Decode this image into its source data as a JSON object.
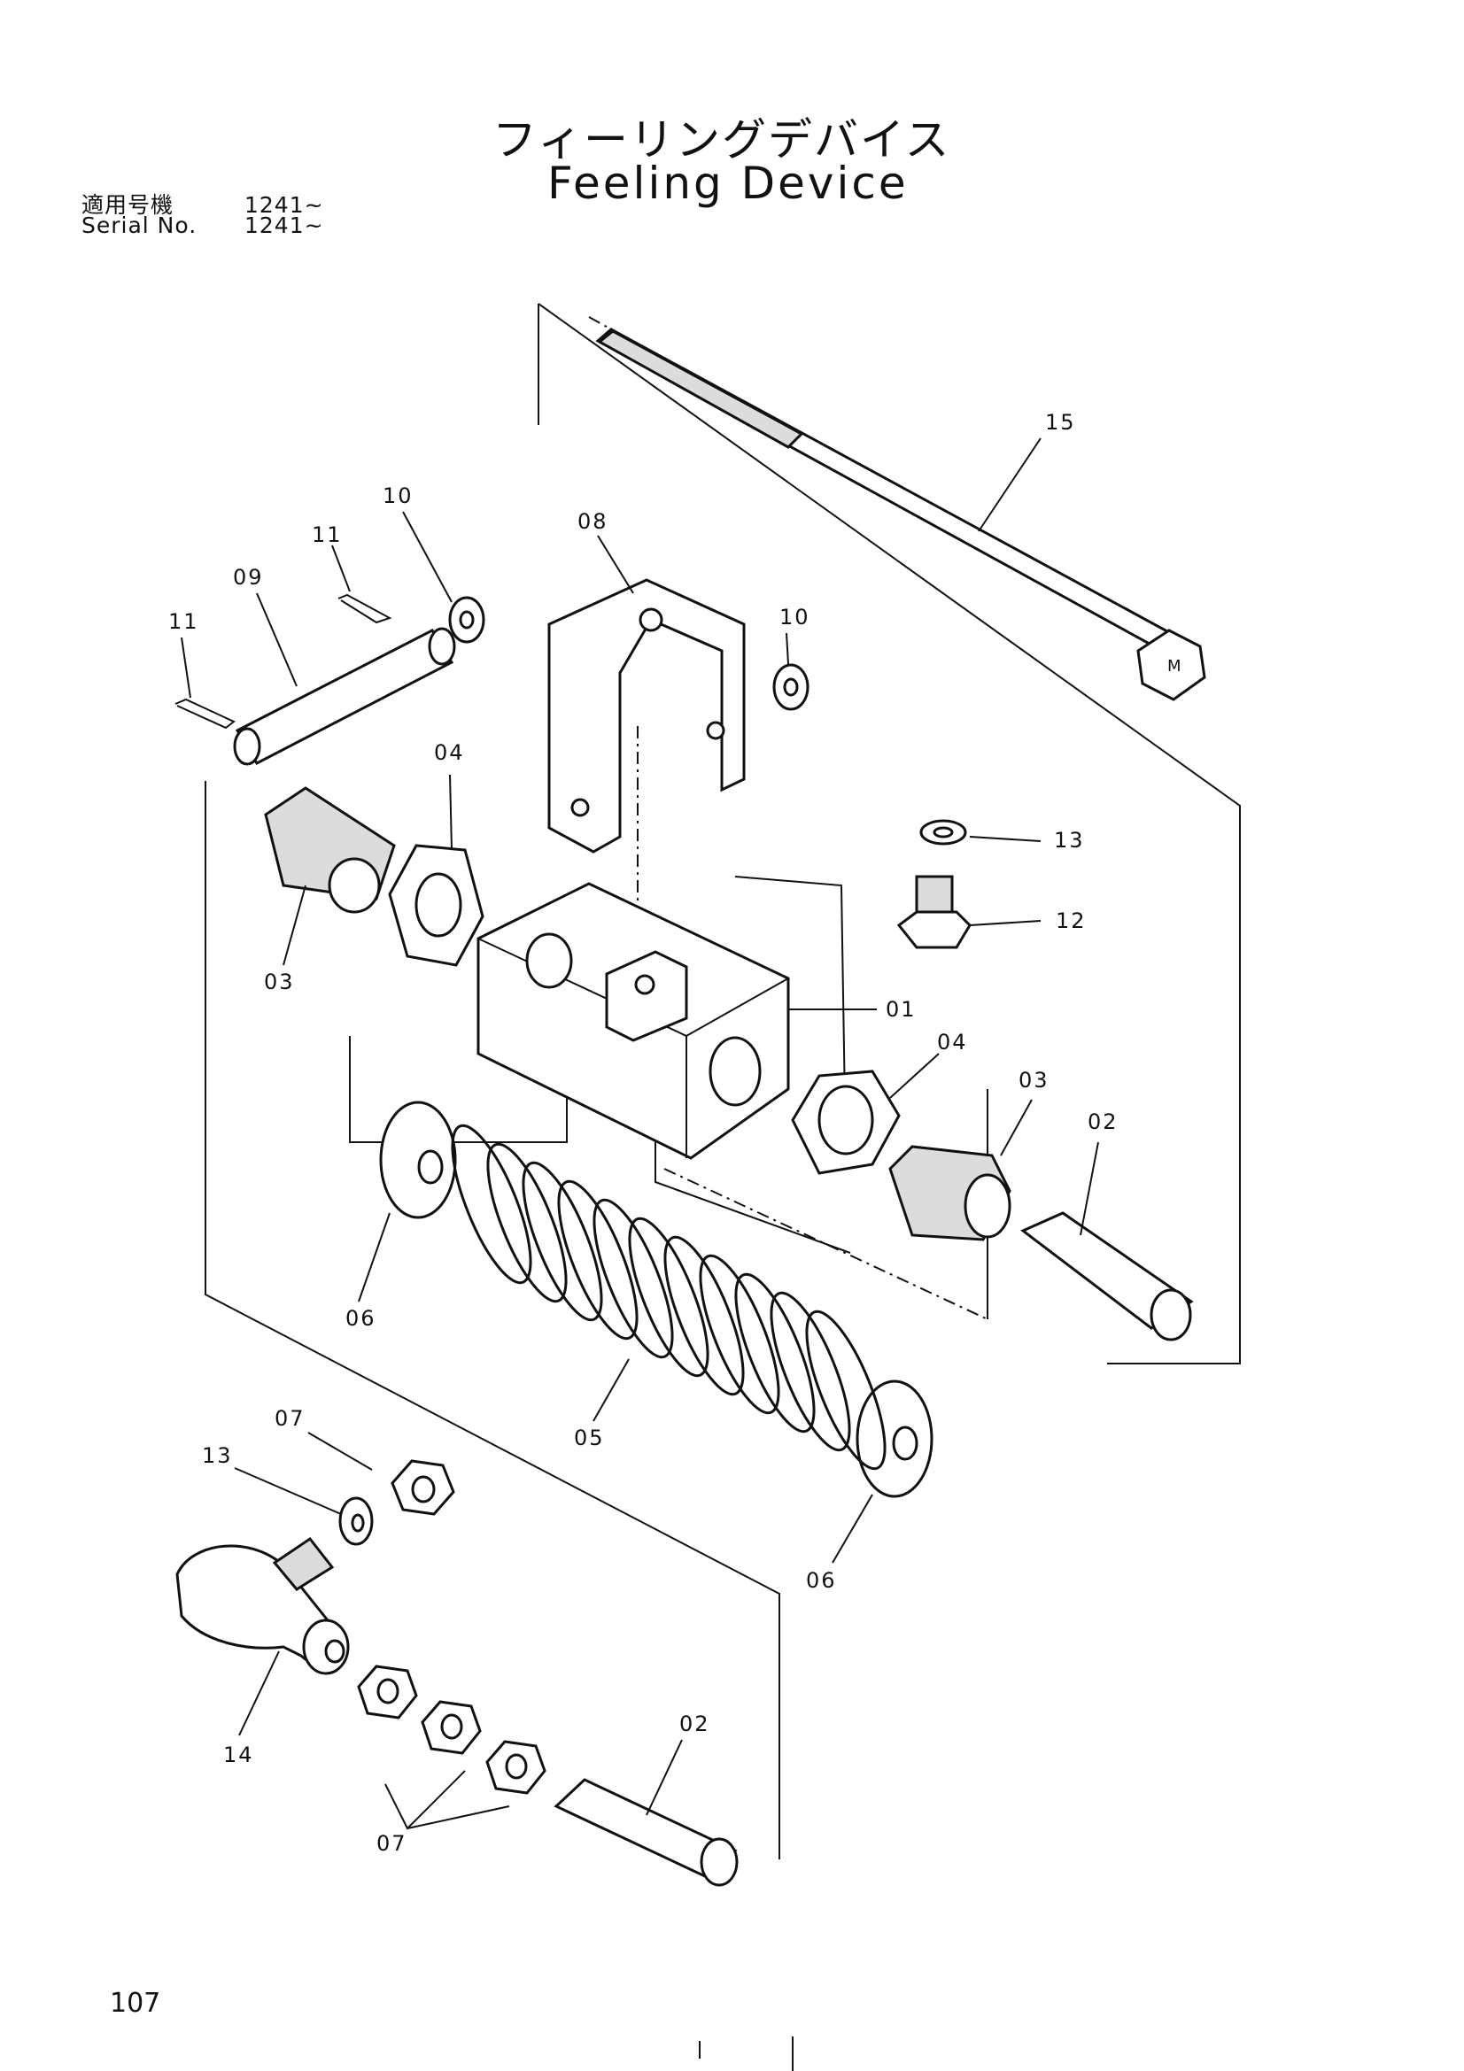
{
  "header": {
    "title_jp": "フィーリングデバイス",
    "title_en": "Feeling Device",
    "serial_label_jp": "適用号機",
    "serial_value_jp": "1241~",
    "serial_label_en": "Serial No.",
    "serial_value_en": "1241~"
  },
  "callouts": {
    "c15": "15",
    "c10a": "10",
    "c08": "08",
    "c11a": "11",
    "c09": "09",
    "c11b": "11",
    "c10b": "10",
    "c04a": "04",
    "c13a": "13",
    "c12": "12",
    "c03a": "03",
    "c01": "01",
    "c04b": "04",
    "c03b": "03",
    "c02a": "02",
    "c06a": "06",
    "c05": "05",
    "c06b": "06",
    "c07a": "07",
    "c13b": "13",
    "c14": "14",
    "c02b": "02",
    "c07b": "07"
  },
  "footer": {
    "page_number": "107"
  }
}
